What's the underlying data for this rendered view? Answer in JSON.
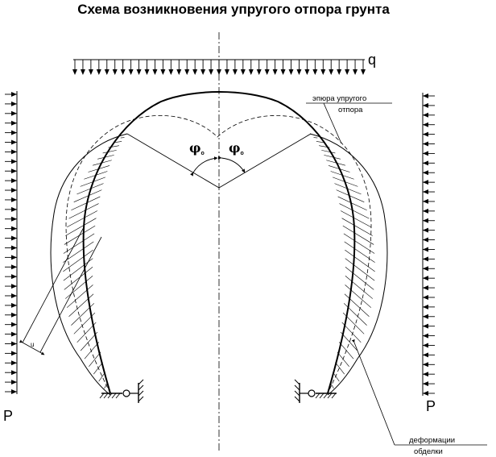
{
  "title": "Схема возникновения упругого отпора грунта",
  "labels": {
    "q": "q",
    "p_left": "P",
    "p_right": "P",
    "phi_left": "φ",
    "phi_left_sub": "o",
    "phi_right": "φ",
    "phi_right_sub": "o",
    "u": "u",
    "epure_line1": "эпюра упругого",
    "epure_line2": "отпора",
    "deform_line1": "деформации",
    "deform_line2": "обделки"
  }
}
